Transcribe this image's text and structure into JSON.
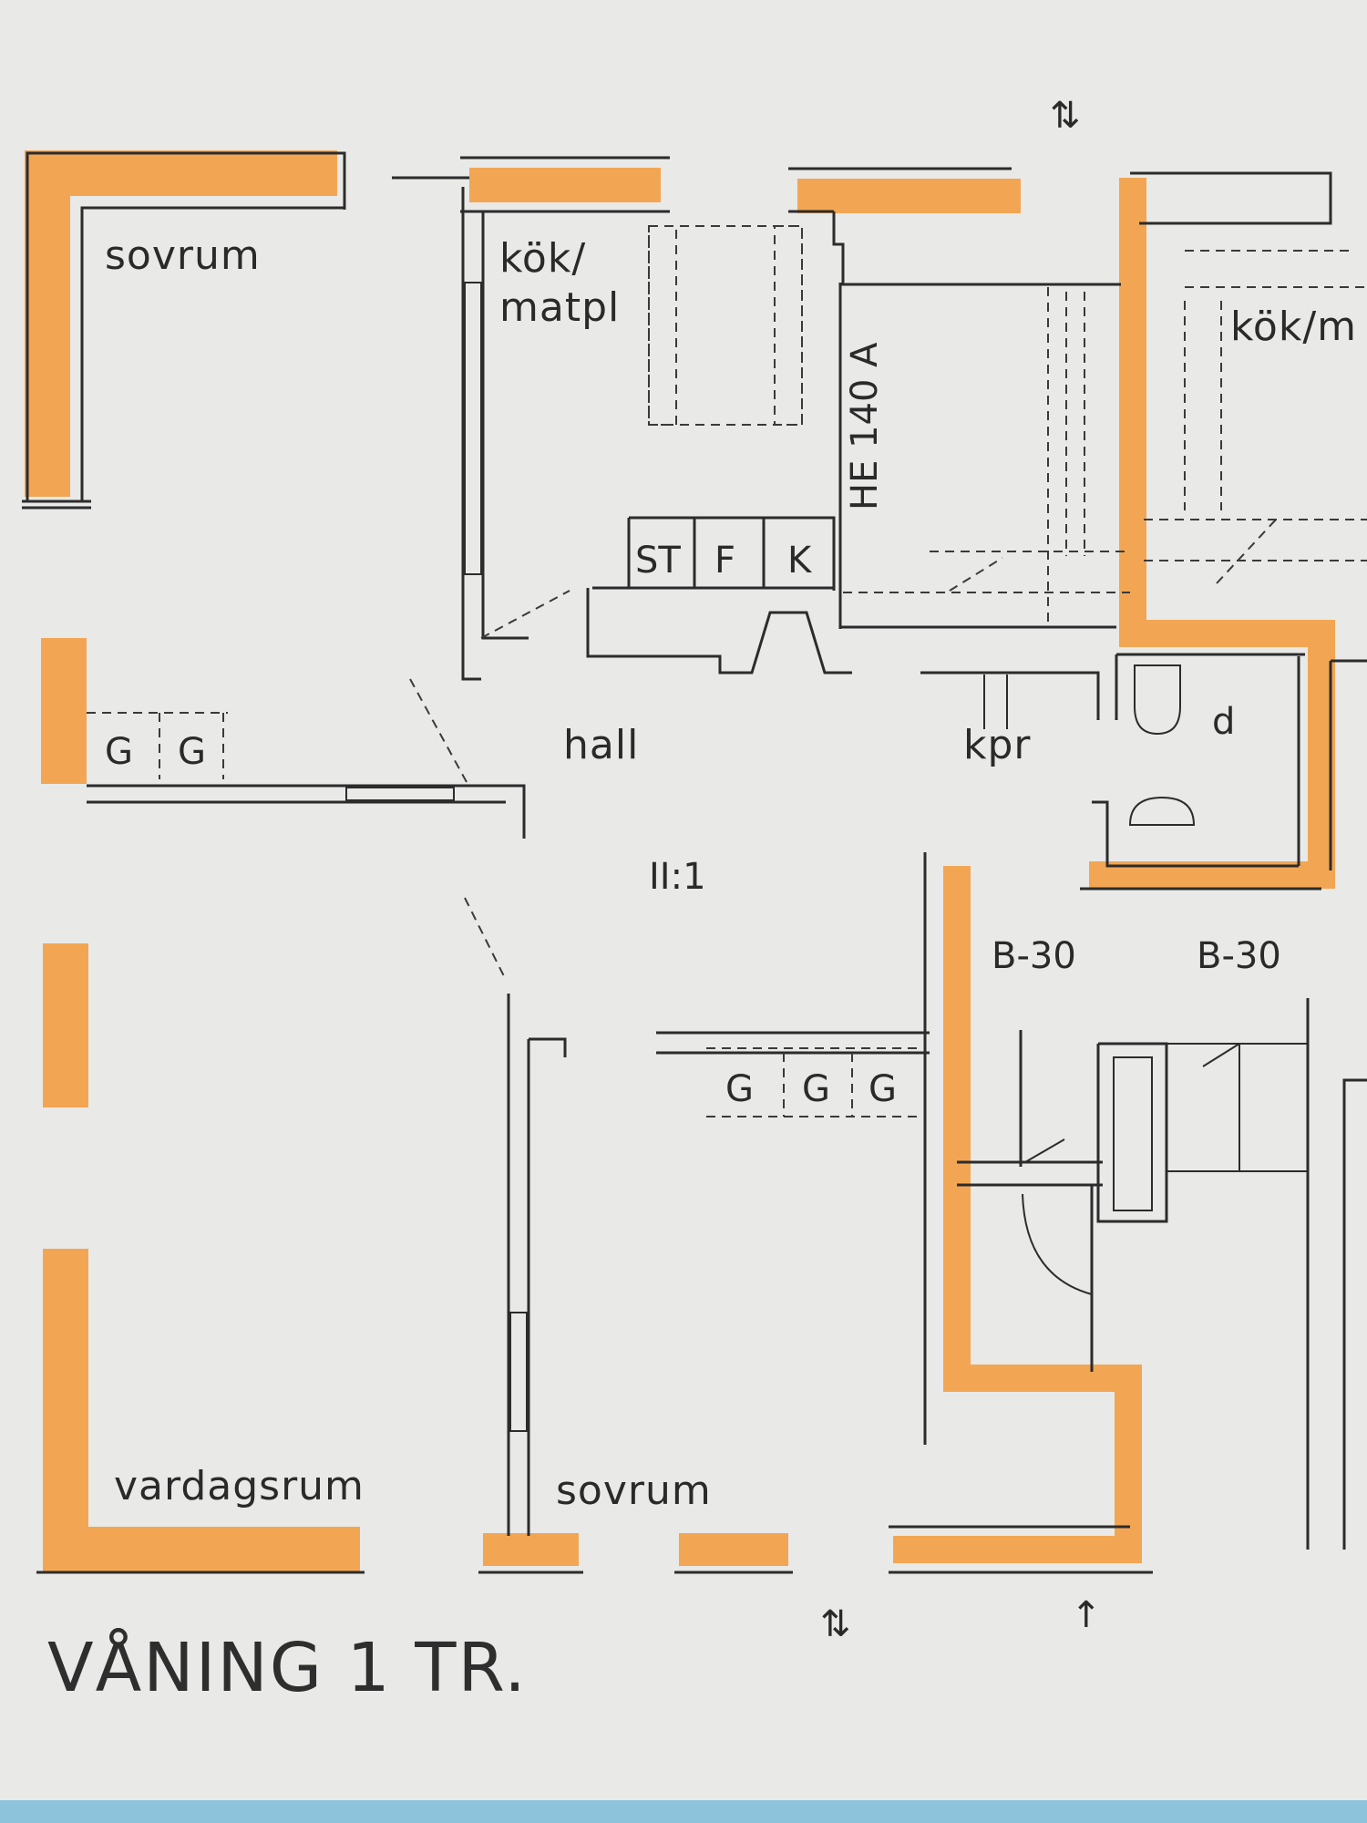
{
  "rooms": {
    "sovrum_top": "sovrum",
    "kok_matpl_line1": "kök/",
    "kok_matpl_line2": "matpl",
    "kok_m_right": "kök/m",
    "hall": "hall",
    "kpr": "kpr",
    "vardagsrum": "vardagsrum",
    "sovrum_bottom": "sovrum"
  },
  "appliances": {
    "st": "ST",
    "f": "F",
    "k": "K"
  },
  "marks": {
    "he140a": "HE 140 A",
    "g": "G",
    "stair_code": "II:1",
    "b30_left": "B-30",
    "b30_right": "B-30",
    "d_lower": "d",
    "arrow_top": "⇅",
    "arrow_bottom": "⇅",
    "arrow_up": "↑"
  },
  "title": "VÅNING 1 TR.",
  "colors": {
    "highlight": "#f39a3a",
    "paper": "#e9e9e7",
    "ink": "#2c2c2c"
  }
}
